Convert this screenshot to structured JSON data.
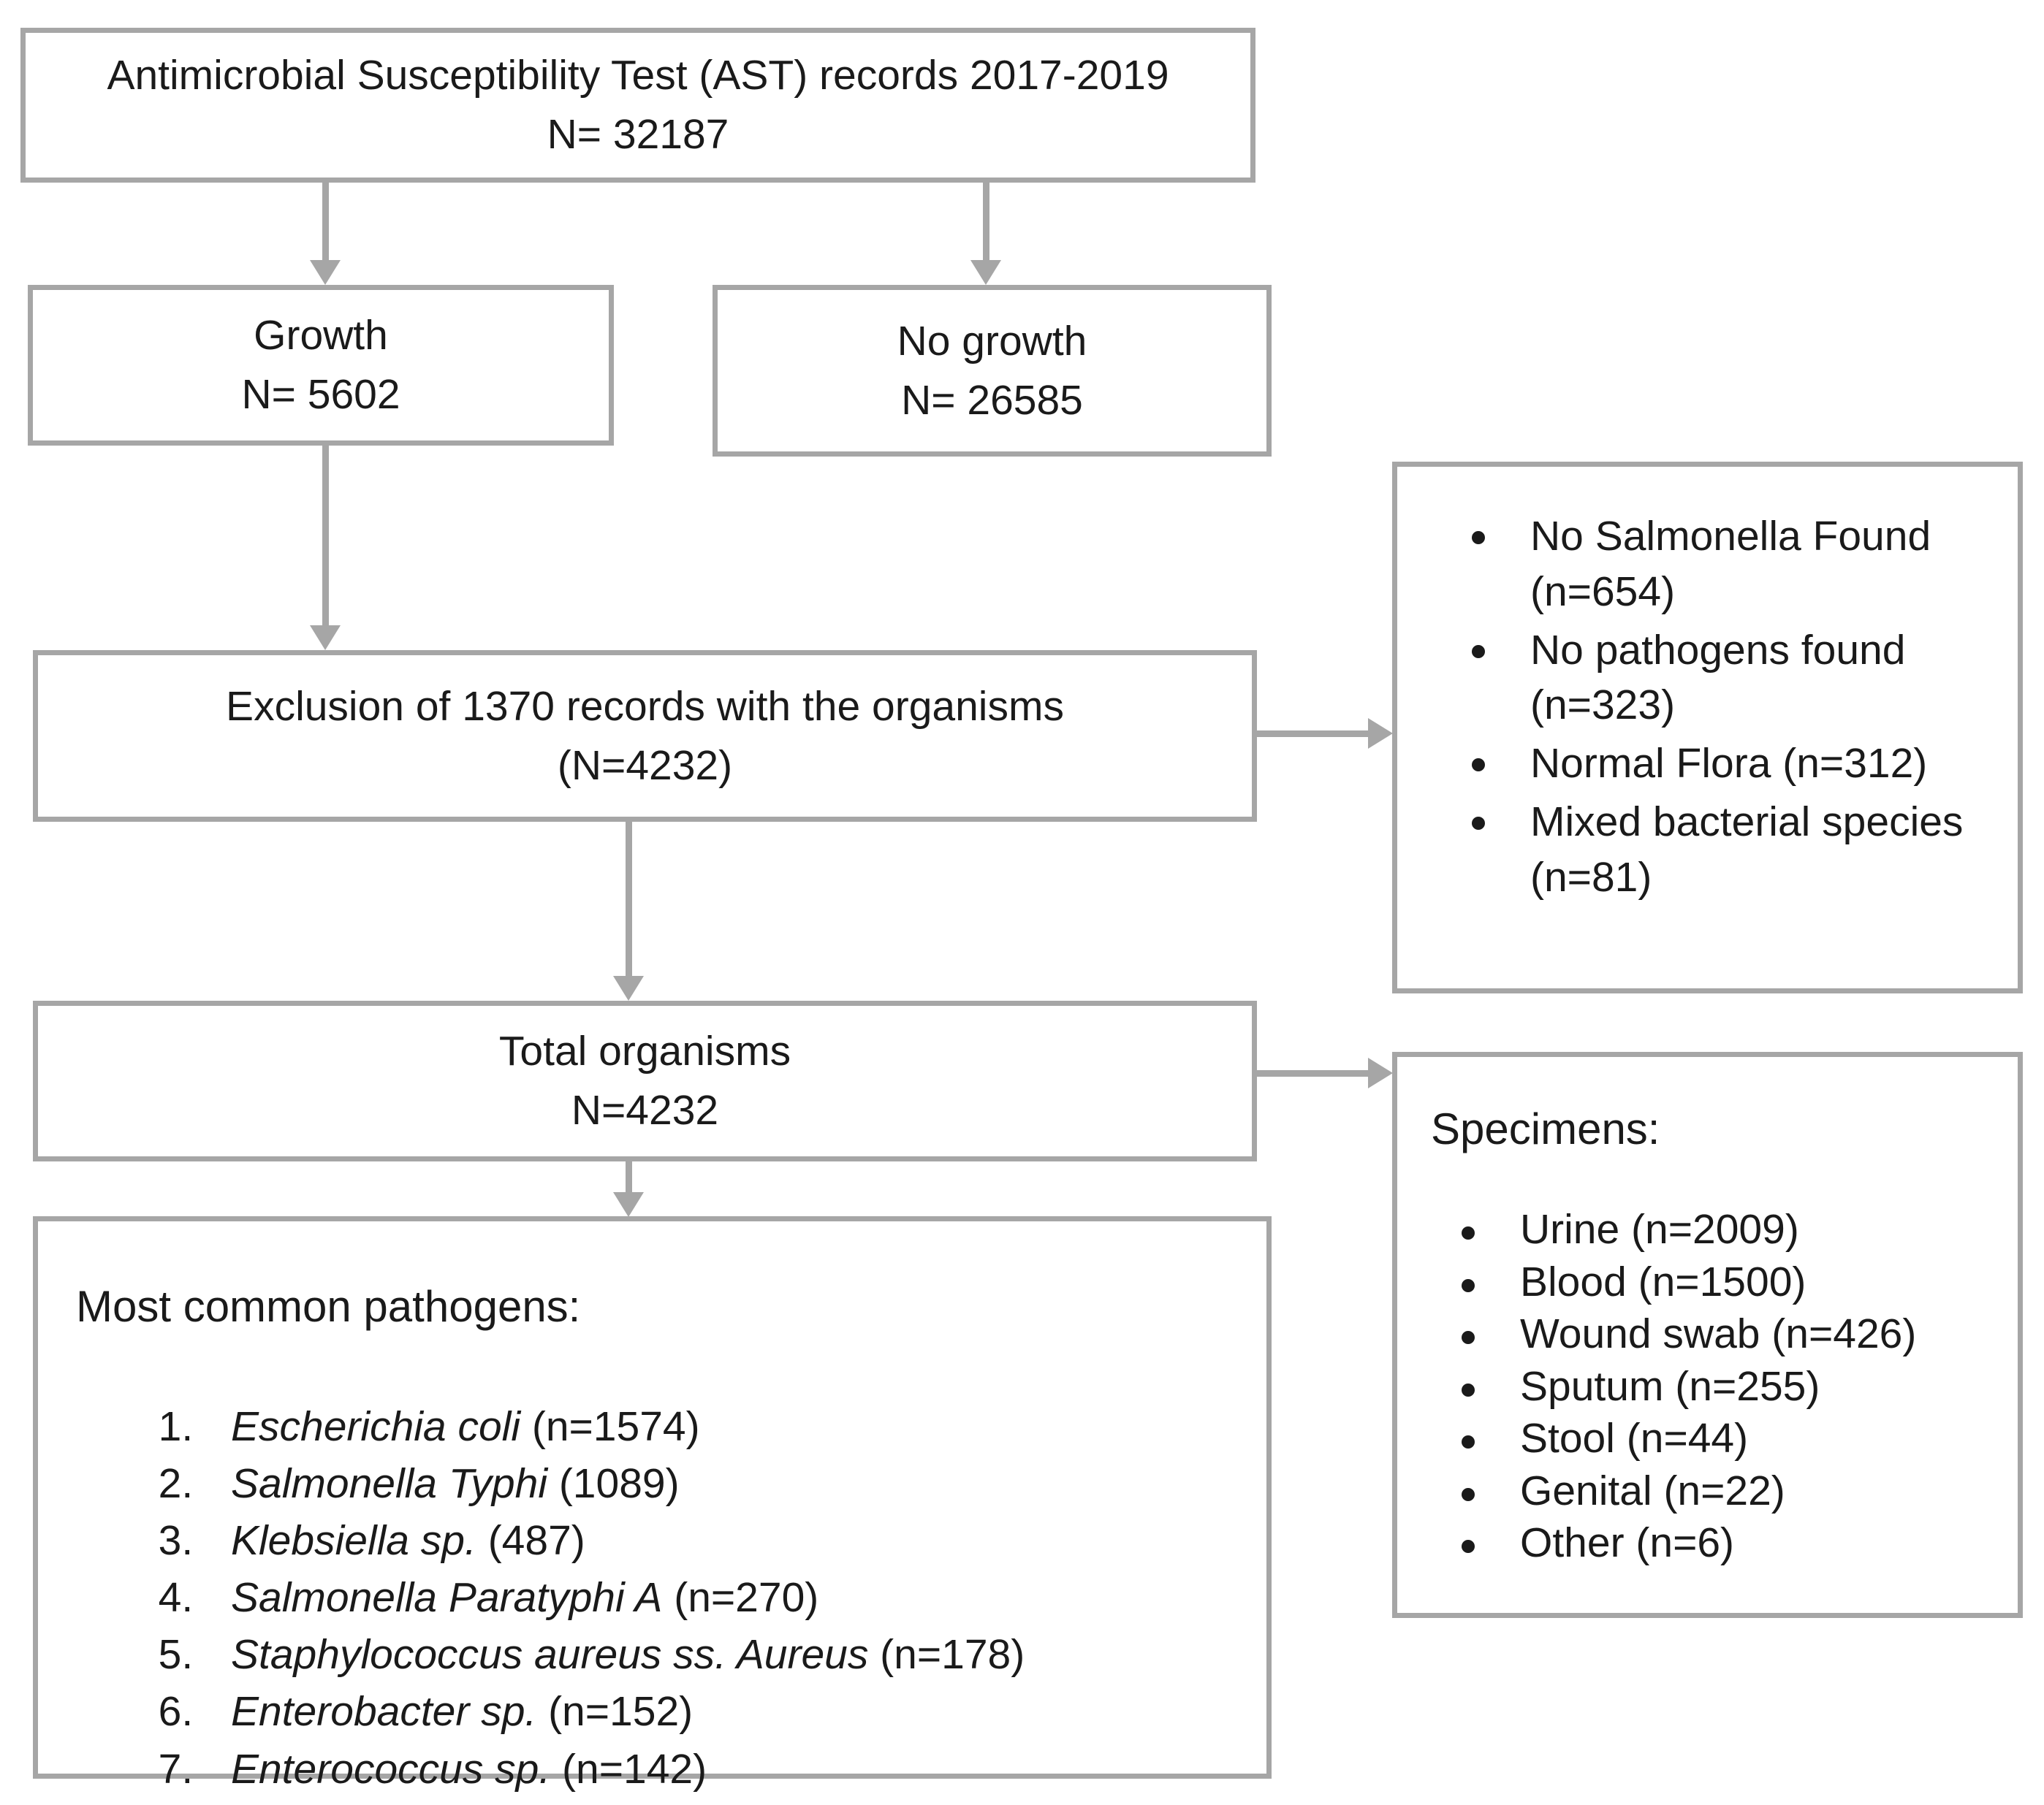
{
  "diagram": {
    "title": "AST records study flow diagram",
    "accent_border_color": "#a6a6a6",
    "text_color": "#1a1a1a",
    "background_color": "#ffffff"
  },
  "nodes": {
    "ast_records": {
      "line1": "Antimicrobial Susceptibility Test (AST) records 2017-2019",
      "line2": "N= 32187"
    },
    "growth": {
      "line1": "Growth",
      "line2": "N= 5602"
    },
    "no_growth": {
      "line1": "No growth",
      "line2": "N= 26585"
    },
    "exclusion": {
      "line1": "Exclusion of 1370 records with the organisms",
      "line2": "(N=4232)"
    },
    "total_organisms": {
      "line1": "Total organisms",
      "line2": "N=4232"
    },
    "exclusion_reasons": {
      "items": [
        "No Salmonella Found (n=654)",
        "No pathogens found (n=323)",
        "Normal Flora (n=312)",
        "Mixed bacterial species (n=81)"
      ]
    },
    "specimens": {
      "heading": "Specimens:",
      "items": [
        "Urine (n=2009)",
        "Blood (n=1500)",
        "Wound swab (n=426)",
        "Sputum (n=255)",
        "Stool (n=44)",
        "Genital (n=22)",
        "Other (n=6)"
      ]
    },
    "pathogens": {
      "heading": "Most common pathogens:",
      "items": [
        {
          "name": "Escherichia coli",
          "count": " (n=1574)"
        },
        {
          "name": "Salmonella Typhi",
          "count": " (1089)"
        },
        {
          "name": "Klebsiella sp.",
          "count": " (487)"
        },
        {
          "name": "Salmonella Paratyphi A",
          "count": " (n=270)"
        },
        {
          "name": "Staphylococcus aureus ss. Aureus",
          "count": " (n=178)"
        },
        {
          "name": "Enterobacter sp.",
          "count": " (n=152)"
        },
        {
          "name": "Enterococcus sp.",
          "count": " (n=142)"
        }
      ]
    }
  },
  "connectors": [
    {
      "id": "ast-to-growth",
      "type": "arrow-down"
    },
    {
      "id": "ast-to-nogrowth",
      "type": "arrow-down"
    },
    {
      "id": "growth-to-exclusion",
      "type": "arrow-down"
    },
    {
      "id": "exclusion-to-reasons",
      "type": "arrow-right"
    },
    {
      "id": "exclusion-to-total",
      "type": "arrow-down"
    },
    {
      "id": "total-to-specimens",
      "type": "arrow-right"
    },
    {
      "id": "total-to-pathogens",
      "type": "arrow-down"
    }
  ]
}
